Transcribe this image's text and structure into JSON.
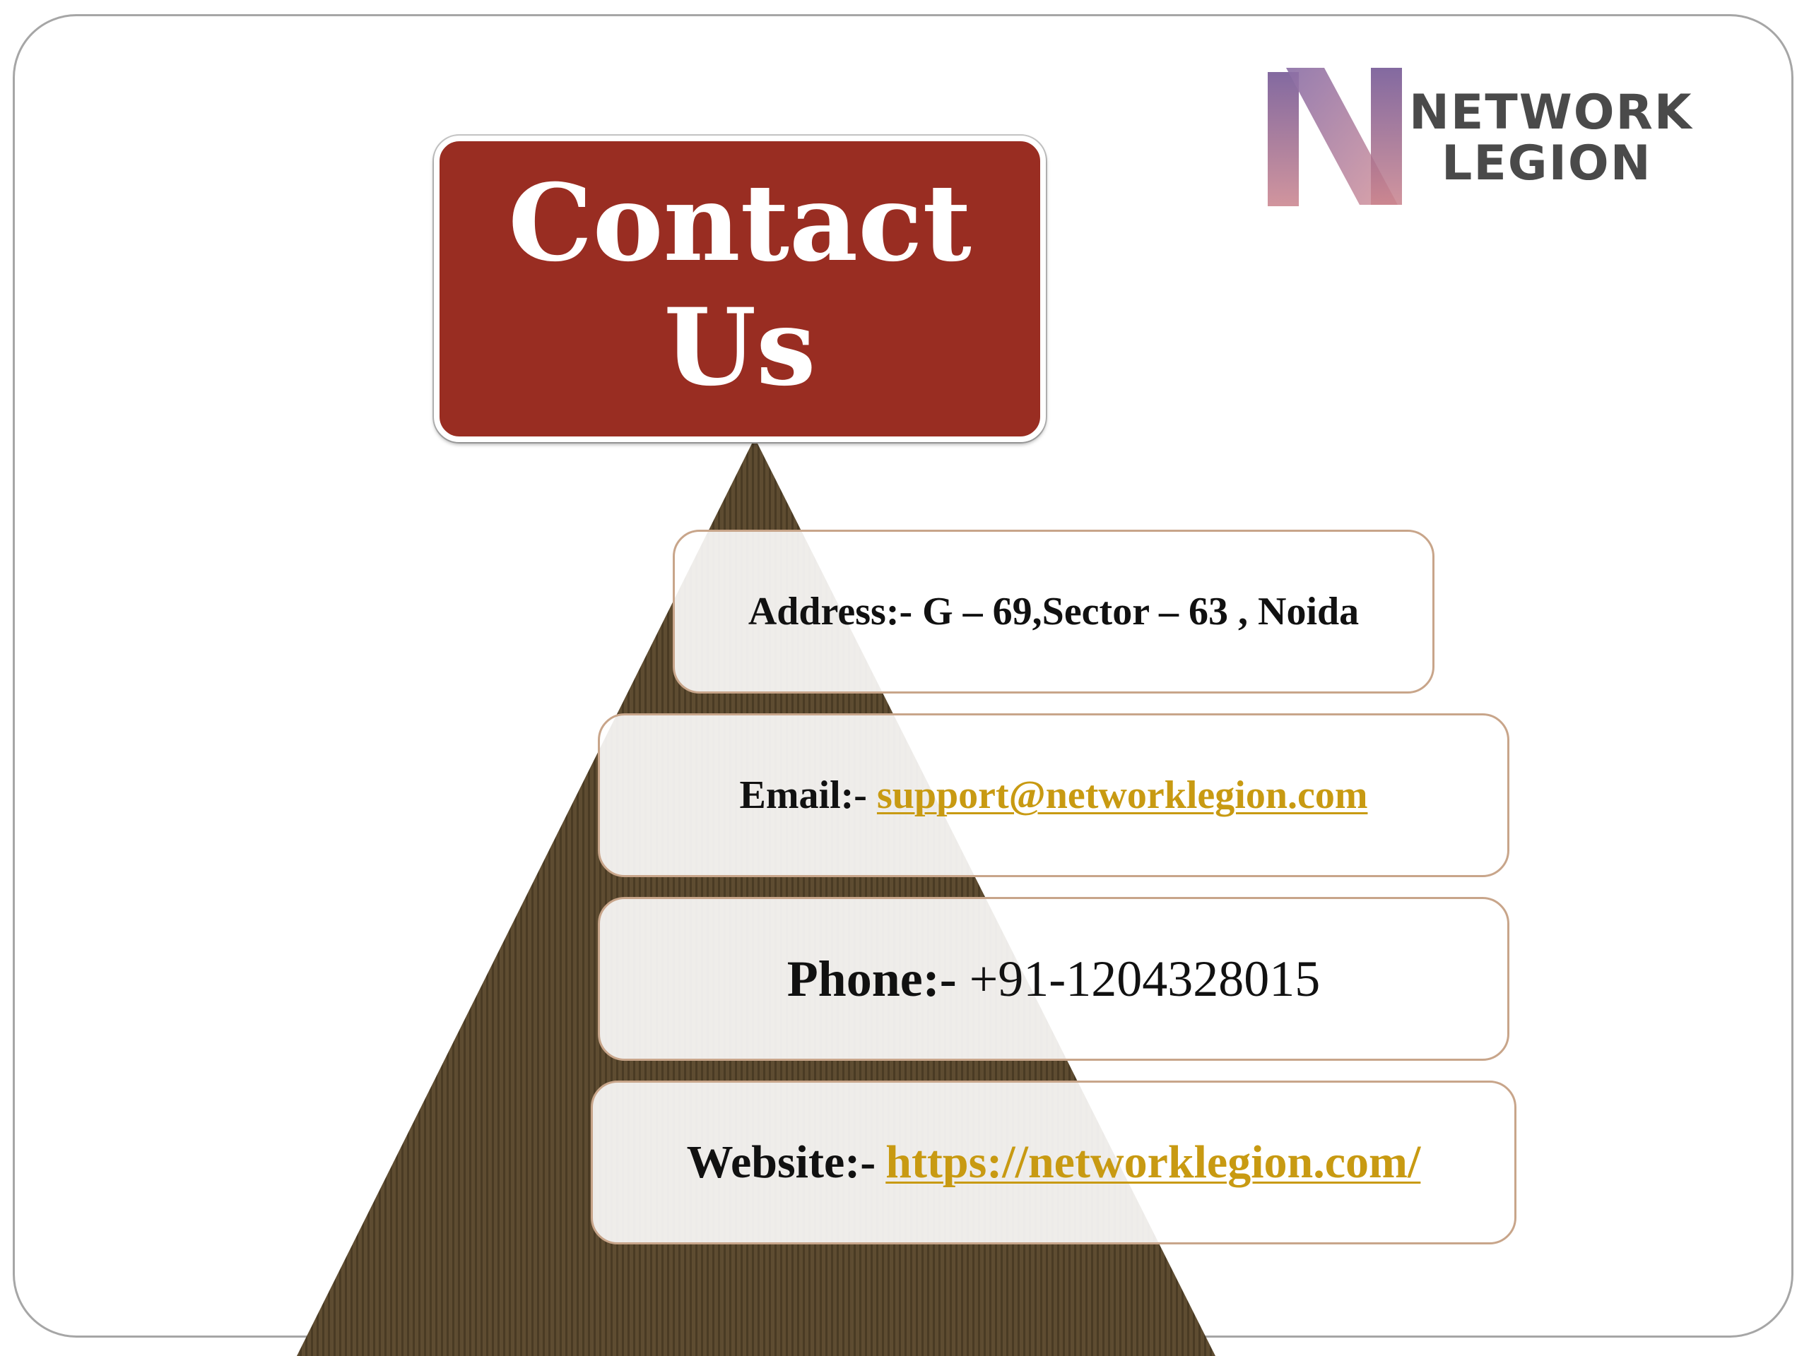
{
  "logo": {
    "line1": "NETWORK",
    "line2": "LEGION",
    "mark_icon": "network-legion-n-icon"
  },
  "title": "Contact\nUs",
  "contacts": {
    "address": {
      "label": "Address:- G – 69,Sector – 63 , Noida"
    },
    "email": {
      "label": "Email:-",
      "value": "support@networklegion.com"
    },
    "phone": {
      "label": "Phone:-",
      "value": "+91-1204328015"
    },
    "website": {
      "label": "Website:-",
      "value": "https://networklegion.com/"
    }
  },
  "colors": {
    "title_bg": "#992d22",
    "pyramid": "#5b4a30",
    "link": "#c89a12",
    "box_border": "#c8a58a"
  }
}
